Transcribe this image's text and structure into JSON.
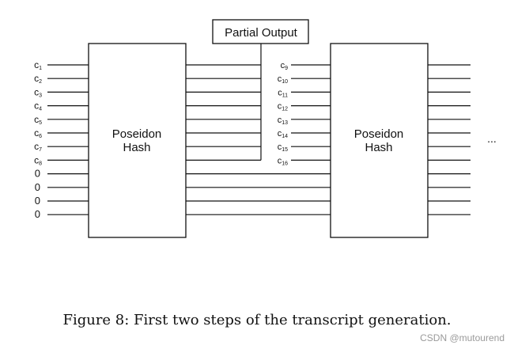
{
  "diagram": {
    "partial_output": "Partial Output",
    "left_box_label": [
      "Poseidon",
      "Hash"
    ],
    "right_box_label": [
      "Poseidon",
      "Hash"
    ],
    "left_inputs": [
      {
        "base": "c",
        "sub": "1"
      },
      {
        "base": "c",
        "sub": "2"
      },
      {
        "base": "c",
        "sub": "3"
      },
      {
        "base": "c",
        "sub": "4"
      },
      {
        "base": "c",
        "sub": "5"
      },
      {
        "base": "c",
        "sub": "6"
      },
      {
        "base": "c",
        "sub": "7"
      },
      {
        "base": "c",
        "sub": "8"
      },
      {
        "base": "0",
        "sub": ""
      },
      {
        "base": "0",
        "sub": ""
      },
      {
        "base": "0",
        "sub": ""
      },
      {
        "base": "0",
        "sub": ""
      }
    ],
    "middle_inputs": [
      {
        "base": "c",
        "sub": "9"
      },
      {
        "base": "c",
        "sub": "10"
      },
      {
        "base": "c",
        "sub": "11"
      },
      {
        "base": "c",
        "sub": "12"
      },
      {
        "base": "c",
        "sub": "13"
      },
      {
        "base": "c",
        "sub": "14"
      },
      {
        "base": "c",
        "sub": "15"
      },
      {
        "base": "c",
        "sub": "16"
      }
    ],
    "continuation": "...",
    "line_color": "#111111"
  },
  "caption": "Figure 8: First two steps of the transcript generation.",
  "watermark": "CSDN @mutourend"
}
